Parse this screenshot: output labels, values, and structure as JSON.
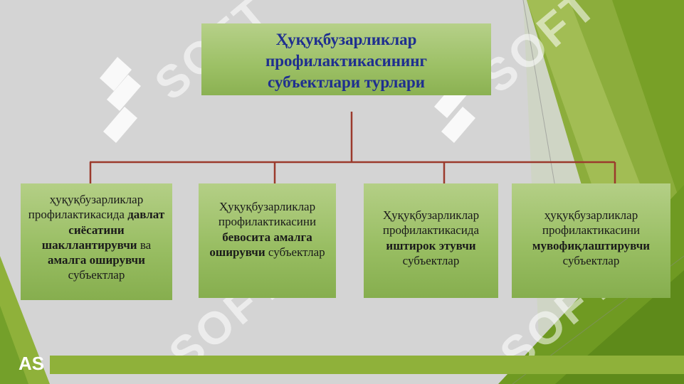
{
  "title": {
    "line1": "Ҳуқуқбузарликлар",
    "line2": "профилактикасининг",
    "line3": "субъектлари турлари"
  },
  "boxes": [
    {
      "parts": [
        {
          "text": "ҳуқуқбузарликлар профилактикасида ",
          "bold": false
        },
        {
          "text": "давлат сиёсатини шакллантирувчи",
          "bold": true
        },
        {
          "text": " ва ",
          "bold": false
        },
        {
          "text": "амалга оширувчи",
          "bold": true
        },
        {
          "text": " субъектлар",
          "bold": false
        }
      ]
    },
    {
      "parts": [
        {
          "text": "Ҳуқуқбузарликлар профилактикасини ",
          "bold": false
        },
        {
          "text": "бевосита амалга оширувчи",
          "bold": true
        },
        {
          "text": " субъектлар",
          "bold": false
        }
      ]
    },
    {
      "parts": [
        {
          "text": "Ҳуқуқбузарликлар профилактикасида ",
          "bold": false
        },
        {
          "text": "иштирок этувчи",
          "bold": true
        },
        {
          "text": " субъектлар",
          "bold": false
        }
      ]
    },
    {
      "parts": [
        {
          "text": "ҳуқуқбузарликлар профилактикасини ",
          "bold": false
        },
        {
          "text": "мувофиқлаштирувчи",
          "bold": true
        },
        {
          "text": " субъектлар",
          "bold": false
        }
      ]
    }
  ],
  "watermark": "SOFT",
  "logo": "AS",
  "colors": {
    "title_text": "#1f2f8f",
    "connector": "#9b3a2c",
    "accent_green": "#8fb13a"
  }
}
